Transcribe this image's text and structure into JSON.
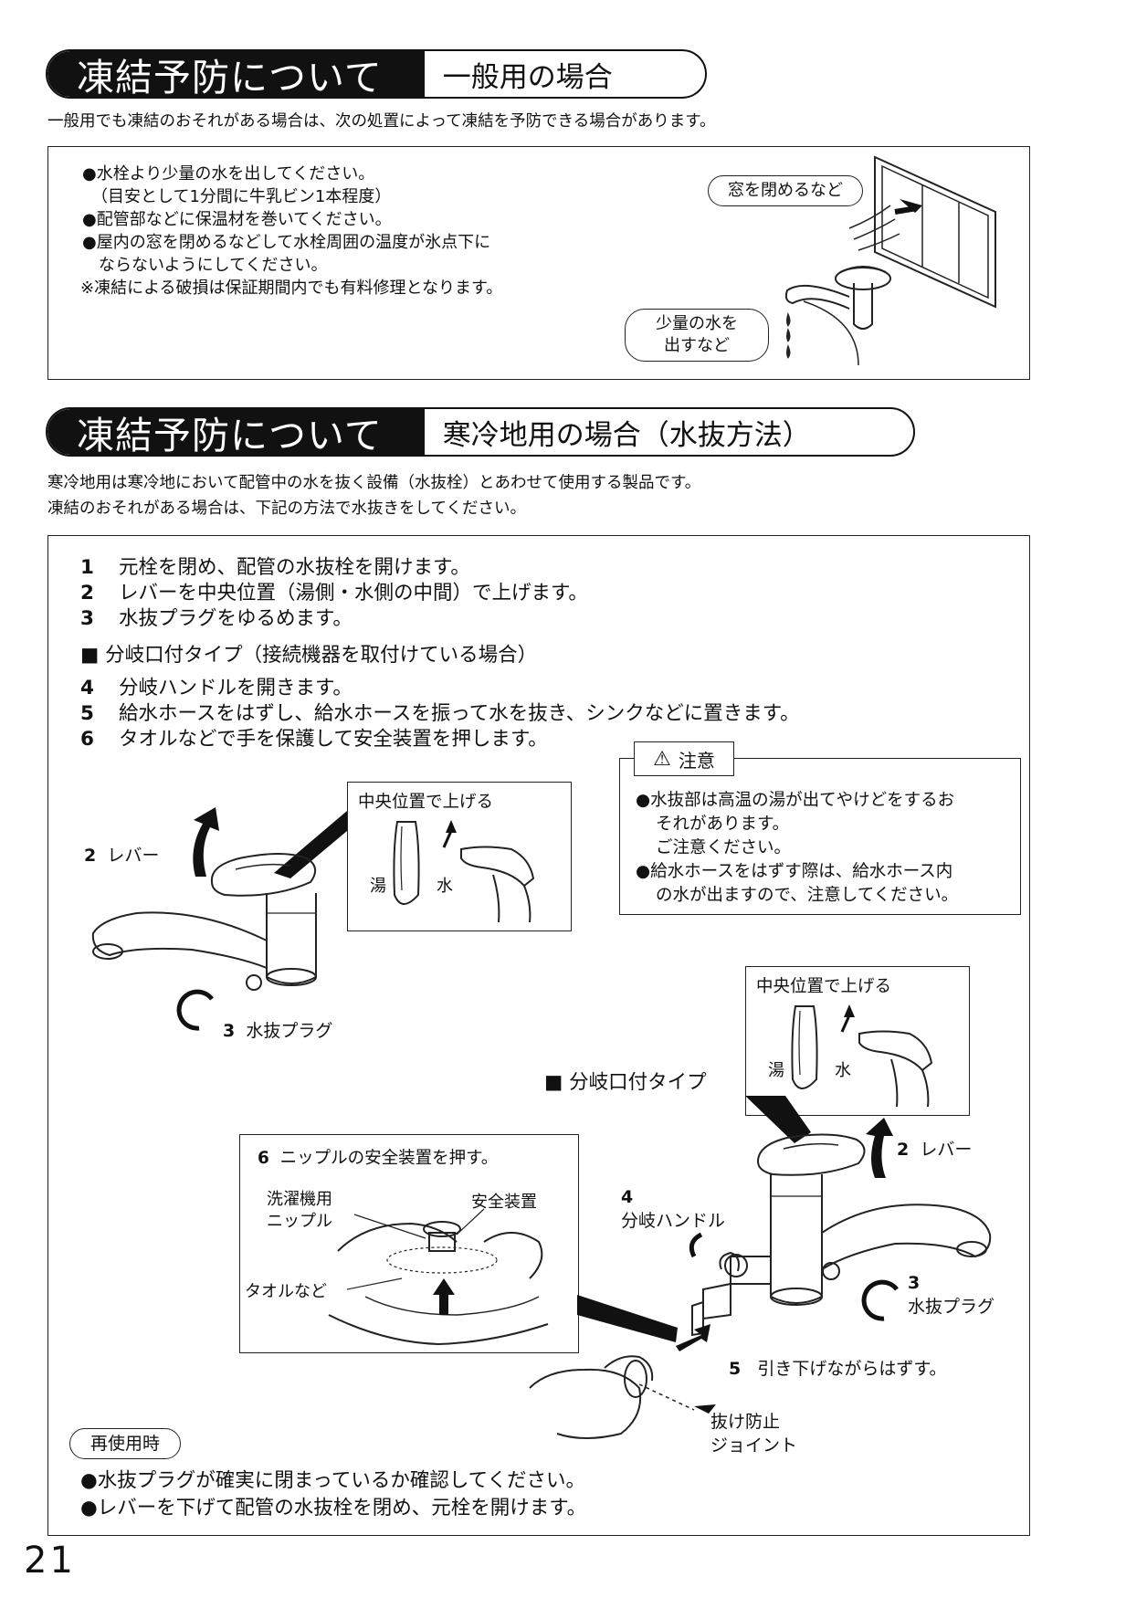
{
  "section1": {
    "title": "凍結予防について",
    "subtitle": "一般用の場合",
    "intro": "一般用でも凍結のおそれがある場合は、次の処置によって凍結を予防できる場合があります。",
    "lines": [
      "●水栓より少量の水を出してください。",
      "（目安として1分間に牛乳ビン1本程度）",
      "●配管部などに保温材を巻いてください。",
      "●屋内の窓を閉めるなどして水栓周囲の温度が氷点下に",
      "ならないようにしてください。",
      "※凍結による破損は保証期間内でも有料修理となります。"
    ],
    "callout_window": "窓を閉めるなど",
    "callout_water_1": "少量の水を",
    "callout_water_2": "出すなど"
  },
  "section2": {
    "title": "凍結予防について",
    "subtitle": "寒冷地用の場合（水抜方法）",
    "intro_1": "寒冷地用は寒冷地において配管中の水を抜く設備（水抜栓）とあわせて使用する製品です。",
    "intro_2": "凍結のおそれがある場合は、下記の方法で水抜きをしてください。",
    "steps": [
      {
        "num": "1",
        "text": "元栓を閉め、配管の水抜栓を開けます。"
      },
      {
        "num": "2",
        "text": "レバーを中央位置（湯側・水側の中間）で上げます。"
      },
      {
        "num": "3",
        "text": "水抜プラグをゆるめます。"
      }
    ],
    "branch_heading": "■ 分岐口付タイプ（接続機器を取付けている場合）",
    "branch_steps": [
      {
        "num": "4",
        "text": "分岐ハンドルを開きます。"
      },
      {
        "num": "5",
        "text": "給水ホースをはずし、給水ホースを振って水を抜き、シンクなどに置きます。"
      },
      {
        "num": "6",
        "text": "タオルなどで手を保護して安全装置を押します。"
      }
    ],
    "caution": {
      "title": "注意",
      "lines": [
        "●水抜部は高温の湯が出てやけどをするお",
        "それがあります。",
        "ご注意ください。",
        "●給水ホースをはずす際は、給水ホース内",
        "の水が出ますので、注意してください。"
      ]
    },
    "diagram1": {
      "inset_title": "中央位置で上げる",
      "hot": "湯",
      "cold": "水",
      "lever_num": "2",
      "lever": "レバー",
      "plug_num": "3",
      "plug": "水抜プラグ"
    },
    "diagram2": {
      "inset_title": "中央位置で上げる",
      "hot": "湯",
      "cold": "水",
      "type_label": "■ 分岐口付タイプ",
      "lever_num": "2",
      "lever": "レバー",
      "handle_num": "4",
      "handle": "分岐ハンドル",
      "plug_num": "3",
      "plug": "水抜プラグ",
      "pull_num": "5",
      "pull": "引き下げながらはずす。",
      "joint_1": "抜け防止",
      "joint_2": "ジョイント"
    },
    "nipple": {
      "num": "6",
      "title": "ニップルの安全装置を押す。",
      "washer_1": "洗濯機用",
      "washer_2": "ニップル",
      "safety": "安全装置",
      "towel": "タオルなど"
    },
    "reuse": {
      "label": "再使用時",
      "lines": [
        "●水抜プラグが確実に閉まっているか確認してください。",
        "●レバーを下げて配管の水抜栓を閉め、元栓を開けます。"
      ]
    }
  },
  "page_number": "21"
}
